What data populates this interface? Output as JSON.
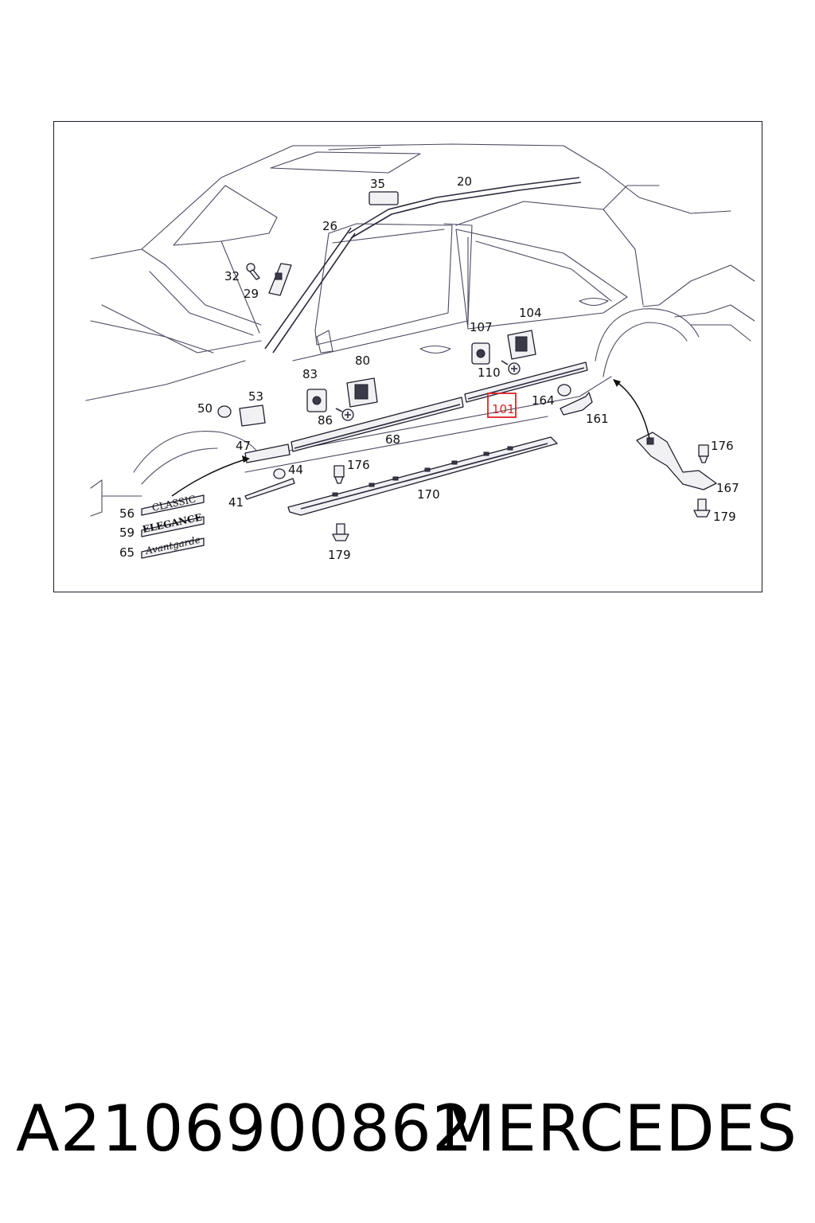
{
  "diagram": {
    "callouts": {
      "c20": "20",
      "c35": "35",
      "c26": "26",
      "c32": "32",
      "c29": "29",
      "c104": "104",
      "c107": "107",
      "c110": "110",
      "c80": "80",
      "c83": "83",
      "c86": "86",
      "c50": "50",
      "c53": "53",
      "c164": "164",
      "c101": "101",
      "c161": "161",
      "c47": "47",
      "c68": "68",
      "c44": "44",
      "c176a": "176",
      "c176b": "176",
      "c41": "41",
      "c170": "170",
      "c167": "167",
      "c179a": "179",
      "c179b": "179",
      "c56": "56",
      "c59": "59",
      "c65": "65"
    },
    "badges": {
      "classic": "CLASSIC",
      "elegance": "ELEGANCE",
      "avantgarde": "Avantgarde"
    },
    "highlight_color": "#e0202a"
  },
  "footer": {
    "part_number": "A2106900862",
    "brand": "MERCEDES"
  }
}
